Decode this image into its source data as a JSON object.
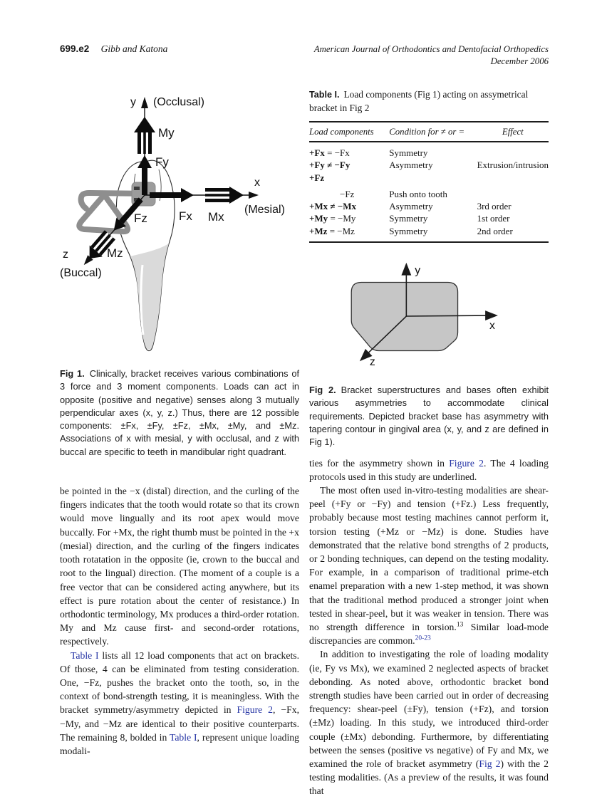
{
  "running_head": {
    "page_number": "699.e2",
    "authors": "Gibb and Katona",
    "journal": "American Journal of Orthodontics and Dentofacial Orthopedics",
    "issue_date": "December 2006"
  },
  "colors": {
    "link_blue": "#2433a4",
    "figure2_gray": "#c6c6c6",
    "wire_gray": "#8e8e8e",
    "tooth_root_gray": "#dadada",
    "bracket_gray": "#9c9c9c"
  },
  "figure1": {
    "labels": {
      "y": "y",
      "occlusal": "(Occlusal)",
      "my": "My",
      "fy": "Fy",
      "x": "x",
      "mesial": "(Mesial)",
      "fx": "Fx",
      "mx": "Mx",
      "z": "z",
      "buccal": "(Buccal)",
      "fz": "Fz",
      "mz": "Mz"
    },
    "caption_tag": "Fig 1.",
    "caption": "Clinically, bracket receives various combinations of 3 force and 3 moment components. Loads can act in opposite (positive and negative) senses along 3 mutually perpendicular axes (x, y, z.) Thus, there are 12 possible components: ±Fx, ±Fy, ±Fz, ±Mx, ±My, and ±Mz. Associations of x with mesial, y with occlusal, and z with buccal are specific to teeth in mandibular right quadrant."
  },
  "table1": {
    "label": "Table I.",
    "title": "Load components (Fig 1) acting on assymetrical bracket in Fig 2",
    "columns": [
      "Load components",
      "Condition for ≠ or =",
      "Effect"
    ],
    "rows": [
      {
        "load_bold": "+Fx",
        "load_rest": " = −Fx",
        "condition": "Symmetry",
        "effect": ""
      },
      {
        "load_bold": "+Fy ≠ −Fy",
        "load_rest": "",
        "condition": "Asymmetry",
        "effect": "Extrusion/intrusion"
      },
      {
        "load_bold": "+Fz",
        "load_rest": "",
        "condition": "",
        "effect": ""
      },
      {
        "load_bold": "",
        "load_rest": "−Fz",
        "condition": "Push onto tooth",
        "effect": ""
      },
      {
        "load_bold": "+Mx ≠ −Mx",
        "load_rest": "",
        "condition": "Asymmetry",
        "effect": "3rd order"
      },
      {
        "load_bold": "+My",
        "load_rest": " = −My",
        "condition": "Symmetry",
        "effect": "1st order"
      },
      {
        "load_bold": "+Mz",
        "load_rest": " = −Mz",
        "condition": "Symmetry",
        "effect": "2nd order"
      }
    ]
  },
  "figure2": {
    "labels": {
      "x": "x",
      "y": "y",
      "z": "z"
    },
    "caption_tag": "Fig 2.",
    "caption": "Bracket superstructures and bases often exhibit various asymmetries to accommodate clinical requirements. Depicted bracket base has asymmetry with tapering contour in gingival area (x, y, and z are defined in Fig 1)."
  },
  "article": {
    "left_column": [
      {
        "indent": false,
        "segments": [
          {
            "t": "be pointed in the −x (distal) direction, and the curling of the fingers indicates that the tooth would rotate so that its crown would move lingually and its root apex would move buccally. For +Mx, the right thumb must be pointed in the +x (mesial) direction, and the curling of the fingers indicates tooth rotatation in the opposite (ie, crown to the buccal and root to the lingual) direction. (The moment of a couple is a free vector that can be considered acting anywhere, but its effect is pure rotation about the center of resistance.) In orthodontic terminology, Mx produces a third-order rotation. My and Mz cause first- and second-order rotations, respectively."
          }
        ]
      },
      {
        "indent": true,
        "segments": [
          {
            "t": "Table I",
            "s": "link"
          },
          {
            "t": " lists all 12 load components that act on brackets. Of those, 4 can be eliminated from testing consideration. One, −Fz, pushes the bracket onto the tooth, so, in the context of bond-strength testing, it is meaningless. With the bracket symmetry/asymmetry depicted in "
          },
          {
            "t": "Figure 2",
            "s": "link"
          },
          {
            "t": ", −Fx, −My, and −Mz are identical to their positive counterparts. The remaining 8, bolded in "
          },
          {
            "t": "Table I",
            "s": "link"
          },
          {
            "t": ", represent unique loading modali-"
          }
        ]
      }
    ],
    "right_column": [
      {
        "indent": false,
        "segments": [
          {
            "t": "ties for the asymmetry shown in "
          },
          {
            "t": "Figure 2",
            "s": "link"
          },
          {
            "t": ". The 4 loading protocols used in this study are underlined."
          }
        ]
      },
      {
        "indent": true,
        "segments": [
          {
            "t": "The most often used in-vitro-testing modalities are shear-peel (+Fy or −Fy) and tension (+Fz.) Less frequently, probably because most testing machines cannot perform it, torsion testing (+Mz or −Mz) is done. Studies have demonstrated that the relative bond strengths of 2 products, or 2 bonding techniques, can depend on the testing modality. For example, in a comparison of traditional prime-etch enamel preparation with a new 1-step method, it was shown that the traditional method produced a stronger joint when tested in shear-peel, but it was weaker in tension. There was no strength difference in torsion."
          },
          {
            "t": "13",
            "s": "sup"
          },
          {
            "t": " Similar load-mode discrepancies are common."
          },
          {
            "t": "20-23",
            "s": "suplink"
          }
        ]
      },
      {
        "indent": true,
        "segments": [
          {
            "t": "In addition to investigating the role of loading modality (ie, Fy vs Mx), we examined 2 neglected aspects of bracket debonding. As noted above, orthodontic bracket bond strength studies have been carried out in order of decreasing frequency: shear-peel (±Fy), tension (+Fz), and torsion (±Mz) loading. In this study, we introduced third-order couple (±Mx) debonding. Furthermore, by differentiating between the senses (positive vs negative) of Fy and Mx, we examined the role of bracket asymmetry ("
          },
          {
            "t": "Fig 2",
            "s": "link"
          },
          {
            "t": ") with the 2 testing modalities. (As a preview of the results, it was found that"
          }
        ]
      }
    ]
  }
}
